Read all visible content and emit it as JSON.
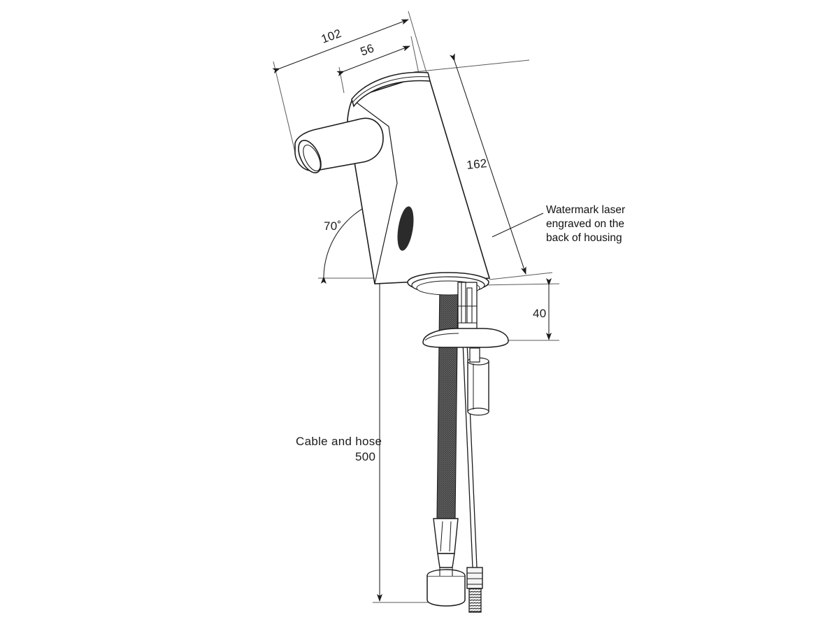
{
  "drawing": {
    "type": "technical-dimension-drawing",
    "subject": "Sensor basin mixer tap",
    "background_color": "#ffffff",
    "line_color": "#1c1c1c",
    "thin_line_color": "#5a5a5a",
    "sensor_color": "#2b2b2b",
    "hose_color": "#3a3a3a"
  },
  "dimensions": {
    "spout_reach": {
      "value": "102",
      "unit_implied": "mm",
      "orientation": "slanted-horizontal",
      "position": "top-left"
    },
    "spout_offset": {
      "value": "56",
      "unit_implied": "mm",
      "orientation": "slanted-horizontal",
      "position": "top-center"
    },
    "body_height": {
      "value": "162",
      "unit_implied": "mm",
      "orientation": "slanted-vertical",
      "position": "right-of-body"
    },
    "shank_length": {
      "value": "40",
      "unit_implied": "mm",
      "orientation": "vertical",
      "position": "right-of-base"
    },
    "cable_and_hose": {
      "label_line1": "Cable and hose",
      "label_line2": "500",
      "value": "500",
      "unit_implied": "mm",
      "orientation": "vertical",
      "position": "left-of-hose"
    },
    "spout_angle": {
      "value": "70˚",
      "orientation": "arc",
      "position": "mid-left"
    }
  },
  "annotations": {
    "watermark_note": {
      "line1": "Watermark laser",
      "line2": "engraved on the",
      "line3": "back of housing",
      "full_text": "Watermark laser engraved on the back of housing",
      "leader": "pointing to back of housing"
    }
  },
  "components": {
    "spout_outlet": "spout-outlet-ellipse",
    "body": "tapered-cylindrical-housing",
    "sensor": "infrared-sensor-window",
    "cap": "top-cap-ring",
    "flange": "mounting-flange",
    "shank": "threaded-shank",
    "washer": "conical-mounting-washer",
    "hose": "braided-flexible-hose",
    "hose_nut": "hex-coupling-nut",
    "cable": "electrical-cable",
    "cable_plug": "cable-connector-plug",
    "solenoid": "solenoid-cylinder"
  }
}
